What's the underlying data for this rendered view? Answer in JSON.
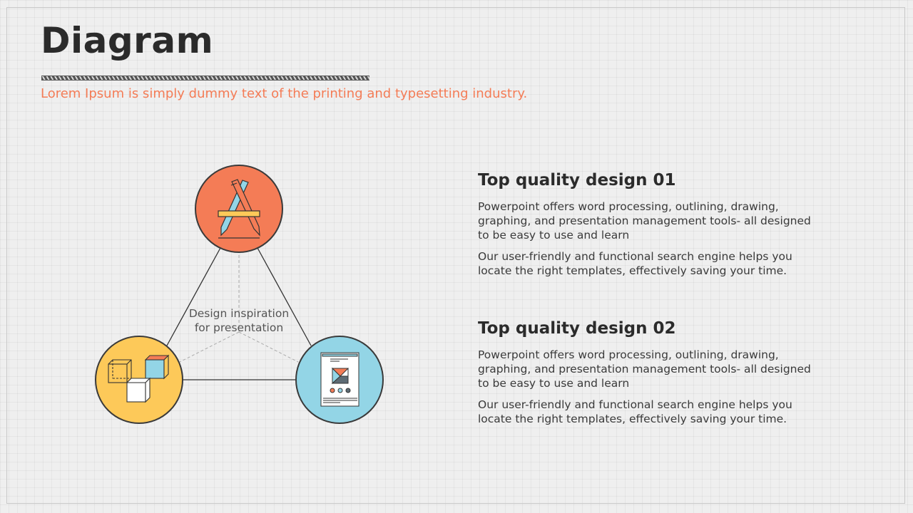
{
  "header": {
    "title": "Diagram",
    "subtitle": "Lorem Ipsum is simply dummy text of the printing and typesetting industry."
  },
  "diagram": {
    "center_label_line1": "Design inspiration",
    "center_label_line2": "for presentation",
    "nodes": [
      {
        "icon": "design-tools-icon",
        "color": "#f47c56"
      },
      {
        "icon": "cubes-icon",
        "color": "#fdc959"
      },
      {
        "icon": "layout-page-icon",
        "color": "#93d5e6"
      }
    ]
  },
  "blocks": [
    {
      "heading": "Top quality design 01",
      "para1": "Powerpoint offers word processing, outlining, drawing, graphing, and presentation management tools- all designed to be easy to use and learn",
      "para2": "Our user-friendly and functional search engine helps you locate the right templates, effectively saving your time."
    },
    {
      "heading": "Top quality design 02",
      "para1": "Powerpoint offers word processing, outlining, drawing, graphing, and presentation management tools- all designed to be easy to use and learn",
      "para2": "Our user-friendly and functional search engine helps you locate the right templates, effectively saving your time."
    }
  ]
}
